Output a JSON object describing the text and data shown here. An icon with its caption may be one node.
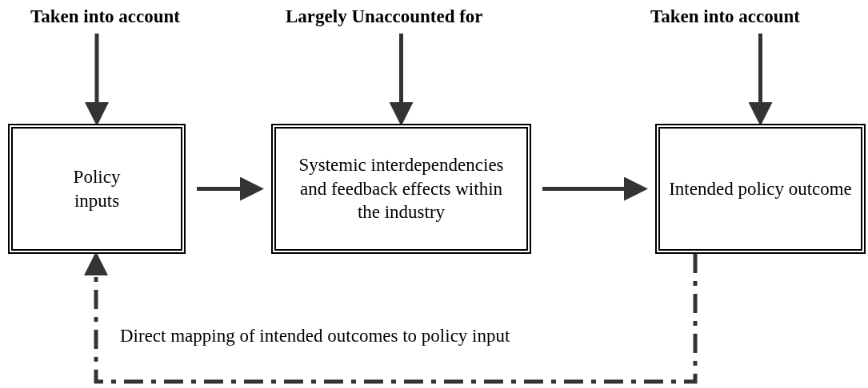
{
  "diagram": {
    "nodes": [
      {
        "text": [
          "Taken into account"
        ]
      },
      {
        "text": [
          "Largely Unaccounted for"
        ]
      },
      {
        "text": [
          "Taken into account"
        ]
      },
      {
        "text": [
          "Policy inputs"
        ]
      },
      {
        "text": [
          "Systemic interdependencies and feedback effects within the industry"
        ]
      },
      {
        "text": [
          "Intended policy outcome"
        ]
      }
    ],
    "edges": [
      {
        "from": 0,
        "to": 3,
        "arrow": "to"
      },
      {
        "from": 1,
        "to": 4,
        "arrow": "to"
      },
      {
        "from": 2,
        "to": 5,
        "arrow": "to"
      },
      {
        "from": 3,
        "to": 4,
        "arrow": "to"
      },
      {
        "from": 4,
        "to": 5,
        "arrow": "to"
      },
      {
        "from": 5,
        "to": 3,
        "arrow": "to",
        "style": "dashed",
        "label": "Direct mapping of intended outcomes to policy input"
      }
    ]
  }
}
